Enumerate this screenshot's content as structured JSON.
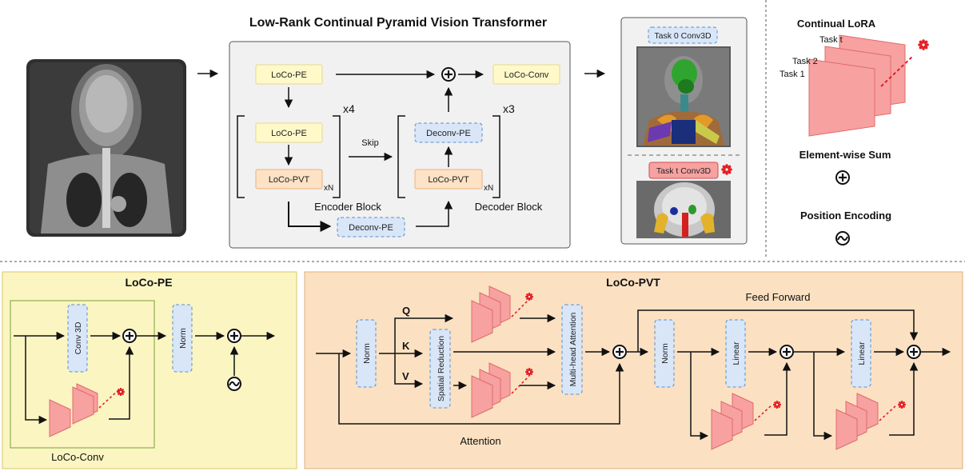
{
  "title": "Low-Rank Continual Pyramid Vision Transformer",
  "blocks": {
    "loco_pe": "LoCo-PE",
    "loco_conv": "LoCo-Conv",
    "loco_pvt": "LoCo-PVT",
    "deconv_pe": "Deconv-PE"
  },
  "labels": {
    "x4": "x4",
    "x3": "x3",
    "xN": "xN",
    "skip": "Skip",
    "encoder_block": "Encoder Block",
    "decoder_block": "Decoder Block"
  },
  "tasks": {
    "task0_conv": "Task 0 Conv3D",
    "taskt_conv": "Task t Conv3D"
  },
  "legend": {
    "continual_lora": "Continual LoRA",
    "task_t": "Task t",
    "task_2": "Task 2",
    "task_1": "Task 1",
    "element_sum": "Element-wise Sum",
    "position_encoding": "Position Encoding"
  },
  "pe_panel": {
    "title": "LoCo-PE",
    "conv3d": "Conv 3D",
    "norm": "Norm",
    "inner": "LoCo-Conv"
  },
  "pvt_panel": {
    "title": "LoCo-PVT",
    "norm": "Norm",
    "q": "Q",
    "k": "K",
    "v": "V",
    "spatial_reduction": "Spatial Reduction",
    "mha": "Multi-head Attention",
    "attention": "Attention",
    "feed_forward": "Feed Forward",
    "norm2": "Norm",
    "linear1": "Linear",
    "linear2": "Linear"
  },
  "colors": {
    "yellow_box": "#fff9c9",
    "yellow_border": "#e5d98a",
    "orange_box": "#fde2c5",
    "orange_border": "#e9b37c",
    "blue_box": "#d8e6f8",
    "blue_border": "#5a8ed0",
    "pe_panel_bg": "#fbf5c2",
    "pvt_panel_bg": "#fbe1c2",
    "lora_pink": "#f7a1a1",
    "lora_stroke": "#e06a6a",
    "gear_red": "#e31e24",
    "gray_bg": "#f1f1f1"
  }
}
